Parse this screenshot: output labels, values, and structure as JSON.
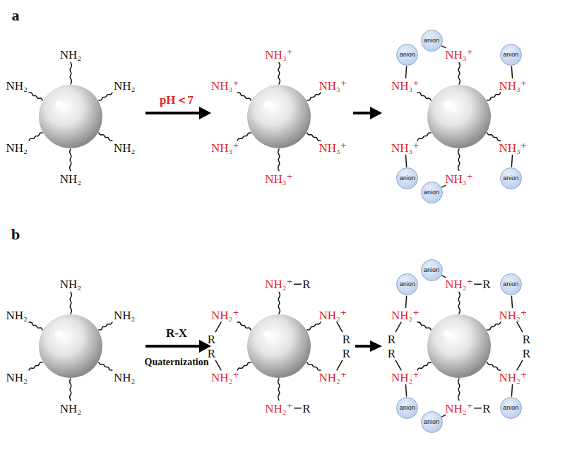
{
  "diagram": {
    "nodes": [
      {
        "text": [
          "anion"
        ]
      },
      {
        "text": [
          "anion"
        ]
      },
      {
        "text": [
          "anion"
        ]
      },
      {
        "text": [
          "anion"
        ]
      },
      {
        "text": [
          "anion"
        ]
      },
      {
        "text": [
          "anion"
        ]
      },
      {
        "text": [
          "anion"
        ]
      },
      {
        "text": [
          "anion"
        ]
      },
      {
        "text": [
          "anion"
        ]
      },
      {
        "text": [
          "anion"
        ]
      },
      {
        "text": [
          "anion"
        ]
      },
      {
        "text": [
          "anion"
        ]
      }
    ],
    "labels": [
      "a",
      "NH₂",
      "NH₂",
      "NH₂",
      "NH₂",
      "NH₂",
      "NH₂",
      "pH＜7",
      "NH₃⁺",
      "NH₃⁺",
      "NH₃⁺",
      "NH₃⁺",
      "NH₃⁺",
      "NH₃⁺",
      "NH₃⁺",
      "NH₃⁺",
      "NH₃⁺",
      "NH₃⁺",
      "NH₃⁺",
      "NH₃⁺",
      "b",
      "NH₂",
      "NH₂",
      "NH₂",
      "NH₂",
      "NH₂",
      "NH₂",
      "R-X",
      "Quaternization",
      "NH₂⁺",
      "NH₂⁺",
      "NH₂⁺",
      "NH₂⁺",
      "NH₂⁺",
      "NH₂⁺",
      "R",
      "R",
      "R",
      "R",
      "R",
      "R",
      "NH₂⁺",
      "NH₂⁺",
      "NH₂⁺",
      "NH₂⁺",
      "NH₂⁺",
      "NH₂⁺",
      "R",
      "R",
      "R",
      "R",
      "R",
      "R"
    ]
  }
}
